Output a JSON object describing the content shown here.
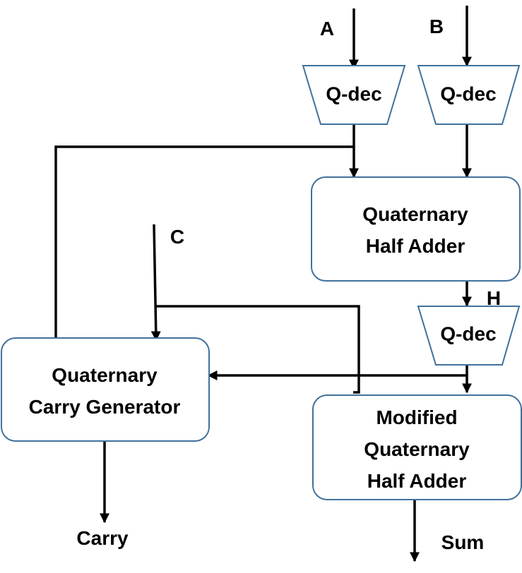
{
  "inputs": {
    "a": "A",
    "b": "B",
    "c": "C",
    "h": "H"
  },
  "decoders": {
    "dec_a": "Q-dec",
    "dec_b": "Q-dec",
    "dec_h": "Q-dec"
  },
  "blocks": {
    "half_adder": [
      "Quaternary",
      "Half Adder"
    ],
    "carry_generator": [
      "Quaternary",
      "Carry Generator"
    ],
    "modified_half_adder": [
      "Modified",
      "Quaternary",
      "Half Adder"
    ]
  },
  "outputs": {
    "carry": "Carry",
    "sum": "Sum"
  },
  "colors": {
    "box_stroke": "#41719c",
    "wire": "#000000",
    "text": "#000000",
    "background": "#ffffff"
  }
}
